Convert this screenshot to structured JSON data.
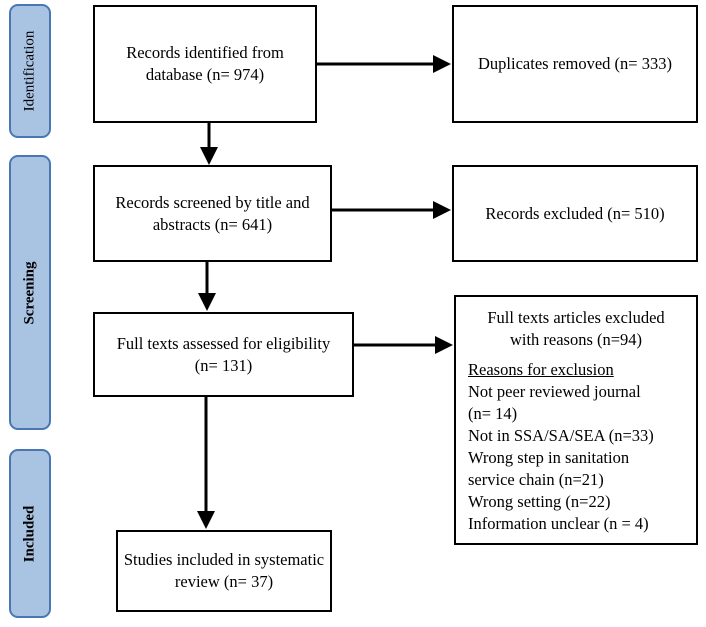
{
  "phases": {
    "identification": "Identification",
    "screening": "Screening",
    "included": "Included"
  },
  "boxes": {
    "identified": [
      "Records identified from",
      "database (n= 974)"
    ],
    "duplicates": [
      "Duplicates removed (n= 333)"
    ],
    "screened": [
      "Records screened by title and",
      "abstracts (n= 641)"
    ],
    "records_excluded": [
      "Records excluded (n= 510)"
    ],
    "fulltext": [
      "Full texts assessed for eligibility",
      "(n= 131)"
    ],
    "fulltext_excluded_title": [
      "Full texts articles excluded",
      "with reasons (n=94)"
    ],
    "reasons_heading": "Reasons for exclusion",
    "reasons": [
      "Not peer reviewed journal",
      "(n= 14)",
      "Not in SSA/SA/SEA (n=33)",
      "Wrong step in sanitation",
      "service chain (n=21)",
      "Wrong setting (n=22)",
      "Information unclear (n = 4)"
    ],
    "included": [
      "Studies included in systematic",
      "review (n= 37)"
    ]
  },
  "colors": {
    "phase_fill": "#a9c3e3",
    "phase_border": "#4a77b4",
    "box_border": "#000000"
  }
}
